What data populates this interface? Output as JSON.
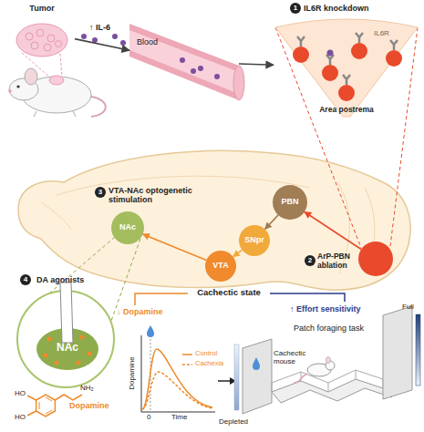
{
  "diagram": {
    "nodes": [
      {
        "text": [
          "Tumor"
        ]
      },
      {
        "text": [
          "Blood"
        ]
      },
      {
        "text": [
          "IL6R",
          "Area postrema"
        ]
      },
      {
        "text": [
          "NAc"
        ]
      },
      {
        "text": [
          "PBN"
        ]
      },
      {
        "text": [
          "SNpr"
        ]
      },
      {
        "text": [
          "VTA"
        ]
      },
      {
        "text": [
          "ArP-PBN ablation"
        ]
      },
      {
        "text": [
          "DA agonists"
        ]
      },
      {
        "text": [
          "NAc"
        ],
        "in": 8
      }
    ],
    "edges": [
      {
        "from": 0,
        "to": 1,
        "arrow": "to",
        "label": "↑ IL-6"
      },
      {
        "from": 1,
        "to": 2,
        "arrow": "to"
      },
      {
        "from": 7,
        "to": 4,
        "arrow": "to"
      },
      {
        "from": 4,
        "to": 5,
        "arrow": "to"
      },
      {
        "from": 5,
        "to": 6,
        "arrow": "to"
      },
      {
        "from": 6,
        "to": 3,
        "arrow": "to"
      }
    ],
    "labels": [
      "1",
      "IL6R knockdown",
      "3",
      "VTA-NAc optogenetic stimulation",
      "2",
      "4",
      "HO",
      "HO",
      "NH₂",
      "Dopamine",
      "Cachectic state",
      "↓ Dopamine",
      "↑ Effort sensitivity",
      "Patch foraging task",
      "Dopamine",
      "0",
      "Time",
      "Cachectic mouse",
      "Full",
      "Depleted"
    ],
    "legend": [
      {
        "text": "Control"
      },
      {
        "text": "Cachexia"
      }
    ]
  }
}
